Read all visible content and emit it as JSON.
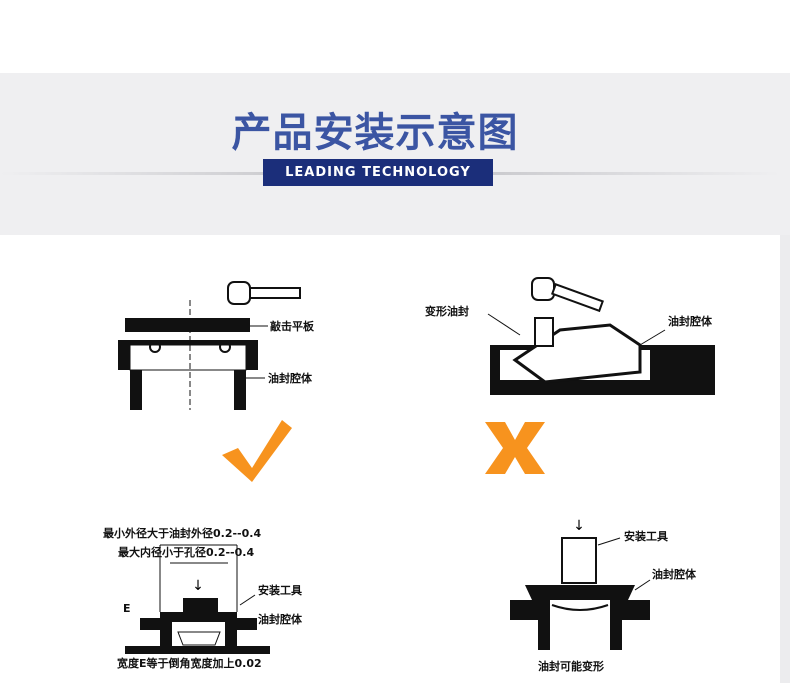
{
  "header": {
    "title": "产品安装示意图",
    "subtitle": "LEADING TECHNOLOGY"
  },
  "diagrams": {
    "correct": {
      "label_plate": "敲击平板",
      "label_cavity": "油封腔体",
      "mark": "check-icon"
    },
    "wrong": {
      "label_deformed": "变形油封",
      "label_cavity": "油封腔体",
      "mark": "cross-icon"
    },
    "tool": {
      "dim1": "最小外径大于油封外径0.2--0.4",
      "dim2": "最大内径小于孔径0.2--0.4",
      "label_tool": "安装工具",
      "label_cavity": "油封腔体",
      "label_e": "E",
      "note": "宽度E等于倒角宽度加上0.02"
    },
    "tool_wrong": {
      "label_tool": "安装工具",
      "label_cavity": "油封腔体",
      "note": "油封可能变形"
    }
  },
  "colors": {
    "title": "#3b55a3",
    "badge": "#1b2e7a",
    "mark": "#f7931e"
  }
}
